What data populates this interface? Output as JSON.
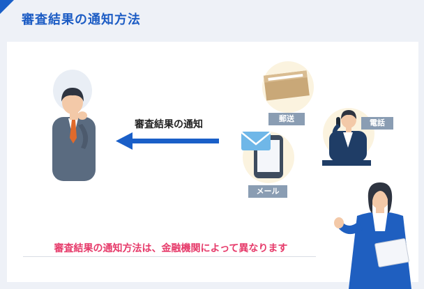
{
  "header": {
    "title": "審査結果の通知方法"
  },
  "diagram": {
    "arrow_label": "審査結果の通知",
    "channels": [
      {
        "label": "郵送",
        "icon": "envelope-icon"
      },
      {
        "label": "電話",
        "icon": "phone-call-icon"
      },
      {
        "label": "メール",
        "icon": "smartphone-mail-icon"
      }
    ]
  },
  "note": "審査結果の通知方法は、金融機関によって異なります",
  "colors": {
    "accent": "#1c5cc4",
    "arrow": "#1a5fc8",
    "note": "#e63a6a",
    "tag_bg": "#8a9db3"
  }
}
